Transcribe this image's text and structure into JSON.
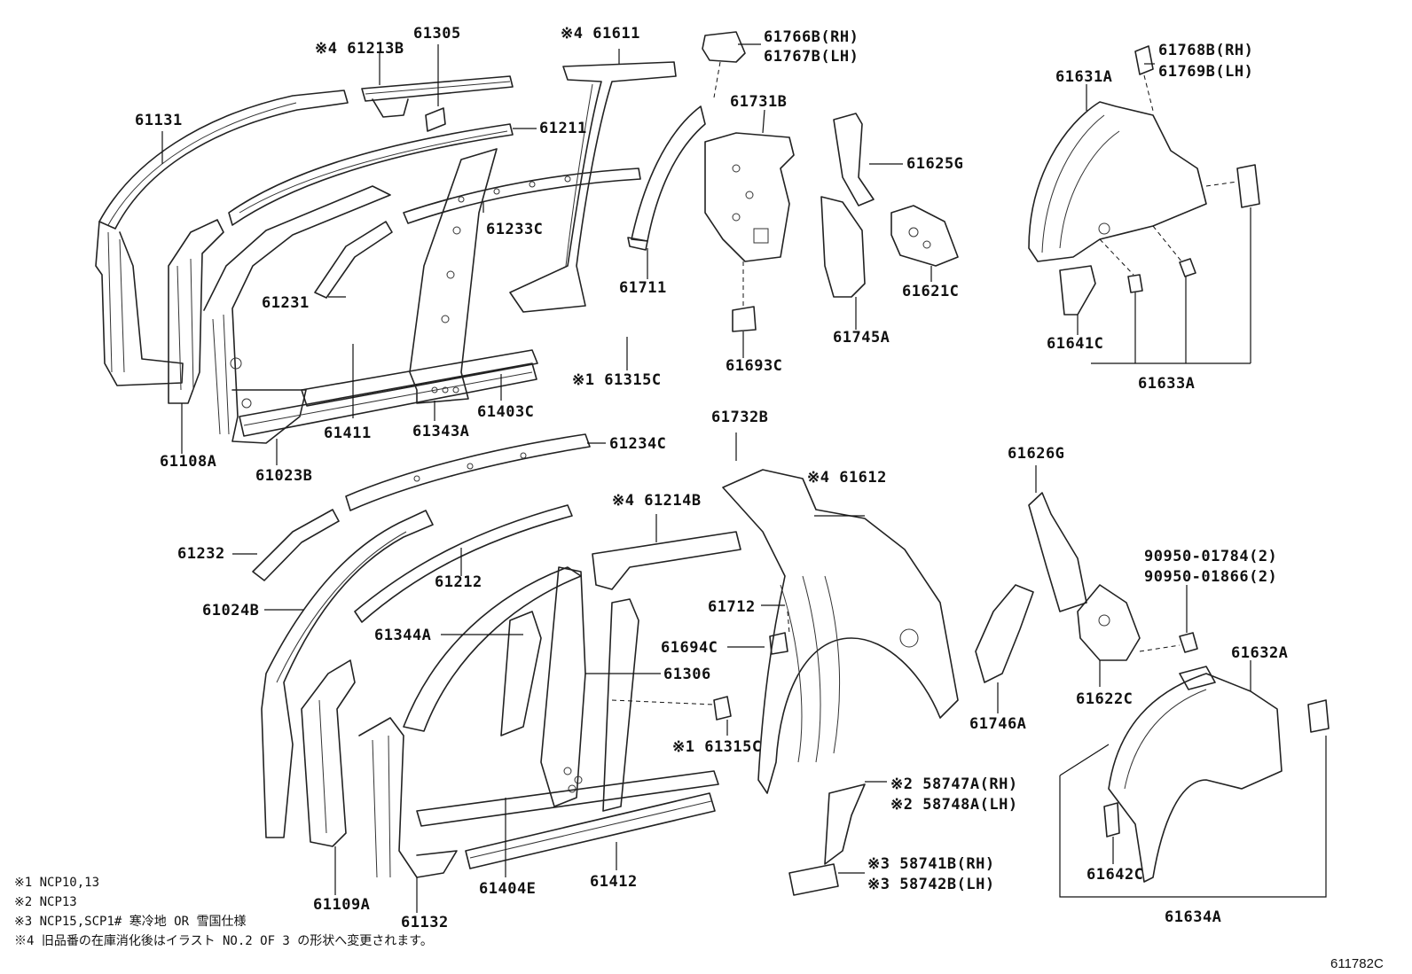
{
  "labels": {
    "p61131": "61131",
    "p61213B": "※4 61213B",
    "p61305": "61305",
    "p61611": "※4 61611",
    "p61766B": "61766B(RH)",
    "p61767B": "61767B(LH)",
    "p61768B": "61768B(RH)",
    "p61769B": "61769B(LH)",
    "p61631A": "61631A",
    "p61211": "61211",
    "p61731B": "61731B",
    "p61625G": "61625G",
    "p61233C": "61233C",
    "p61231": "61231",
    "p61711": "61711",
    "p61621C": "61621C",
    "p61641C": "61641C",
    "p61745A": "61745A",
    "p61693C": "61693C",
    "p61633A": "61633A",
    "p61315C_top": "※1 61315C",
    "p61403C": "61403C",
    "p61411": "61411",
    "p61343A": "61343A",
    "p61108A": "61108A",
    "p61023B": "61023B",
    "p61732B": "61732B",
    "p61234C": "61234C",
    "p61612": "※4 61612",
    "p61626G": "61626G",
    "p61214B": "※4 61214B",
    "p61232": "61232",
    "p61212": "61212",
    "p90950_01784": "90950-01784(2)",
    "p90950_01866": "90950-01866(2)",
    "p61024B": "61024B",
    "p61712": "61712",
    "p61344A": "61344A",
    "p61694C": "61694C",
    "p61306": "61306",
    "p61632A": "61632A",
    "p61622C": "61622C",
    "p61746A": "61746A",
    "p61315C_bot": "※1 61315C",
    "p58747A": "※2 58747A(RH)",
    "p58748A": "※2 58748A(LH)",
    "p58741B": "※3 58741B(RH)",
    "p58742B": "※3 58742B(LH)",
    "p61642C": "61642C",
    "p61109A": "61109A",
    "p61412": "61412",
    "p61404E": "61404E",
    "p61132": "61132",
    "p61634A": "61634A"
  },
  "notes": [
    "※1 NCP10,13",
    "※2 NCP13",
    "※3 NCP15,SCP1# 寒冷地 OR 雪国仕様",
    "※4 旧品番の在庫消化後はイラスト NO.2 OF 3 の形状へ変更されます。"
  ],
  "figure_code": "611782C"
}
